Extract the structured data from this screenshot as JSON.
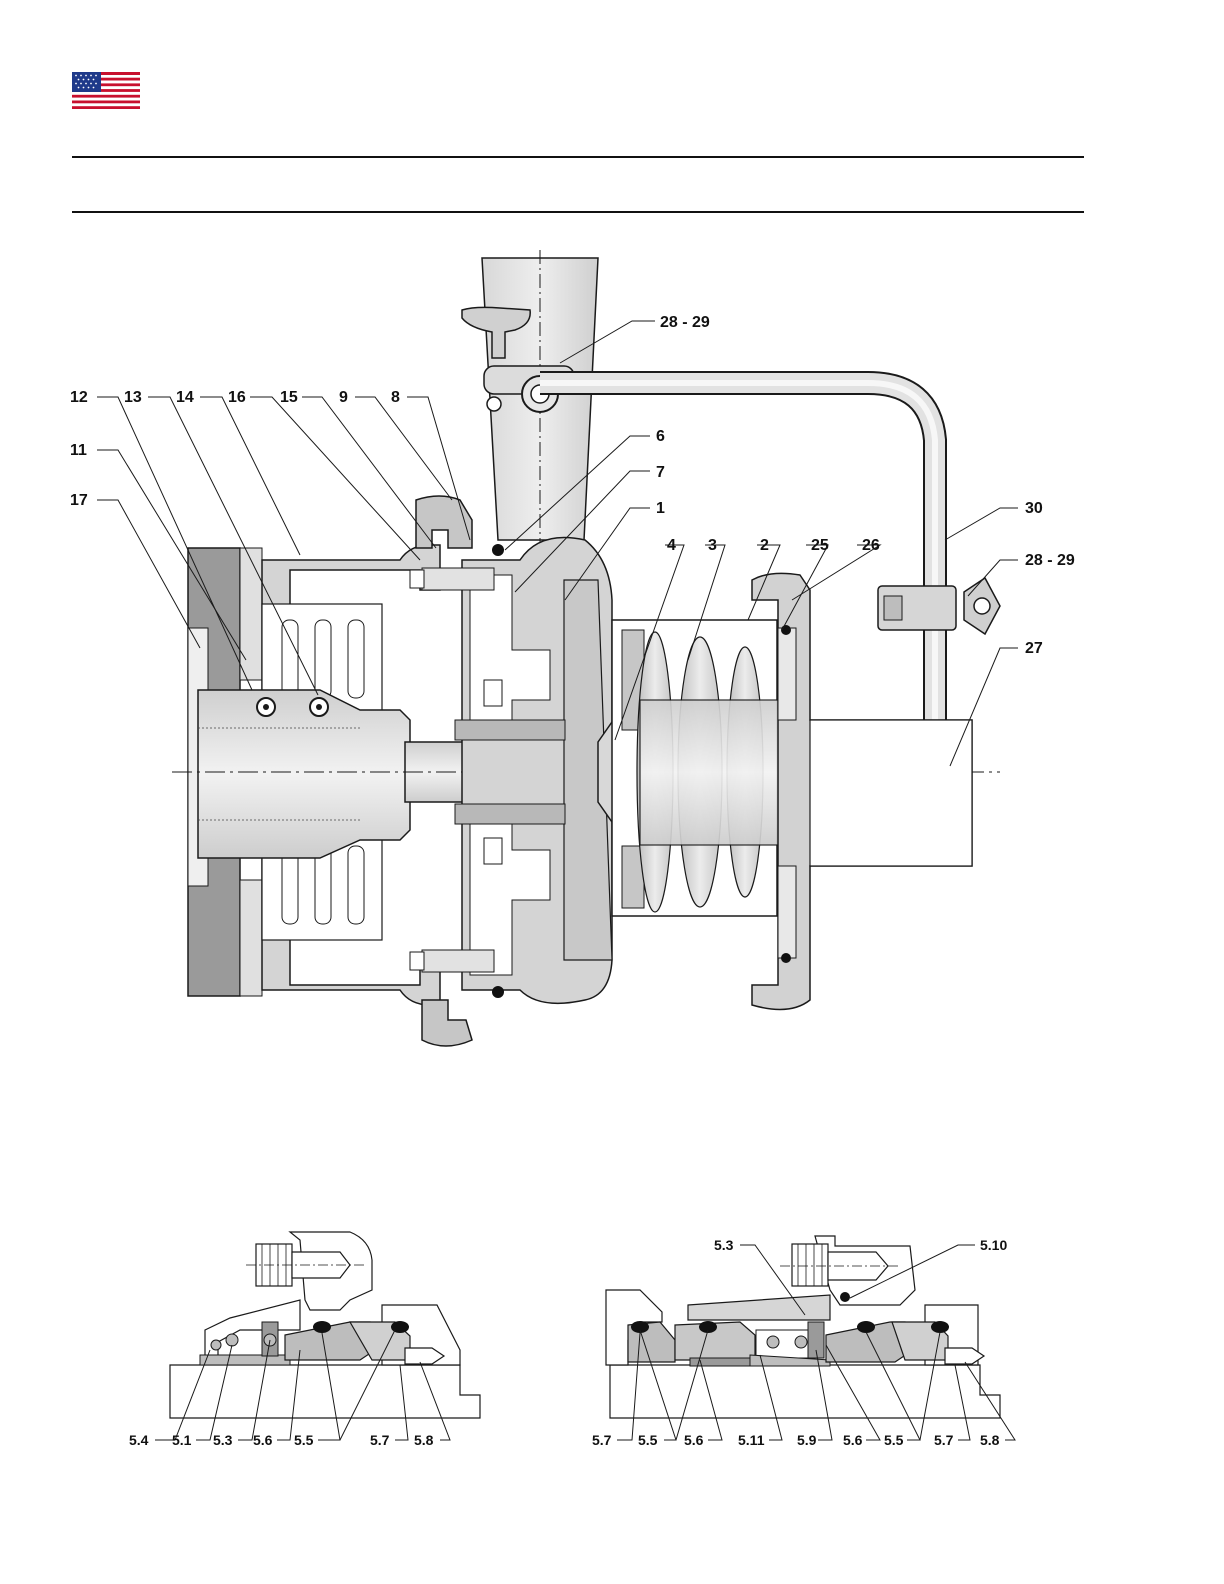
{
  "colors": {
    "metal": "#d4d4d4",
    "metal_dark": "#8f8f8f",
    "metal_light": "#e9e9e9",
    "line": "#1a1a1a",
    "flag_red": "#c8102e",
    "flag_blue": "#1f3a8a"
  },
  "icons": {
    "flag": "us-flag-icon"
  },
  "main_labels": {
    "l28_29_top": "28 - 29",
    "l12": "12",
    "l13": "13",
    "l14": "14",
    "l16": "16",
    "l15": "15",
    "l9": "9",
    "l8": "8",
    "l11": "11",
    "l17": "17",
    "l6": "6",
    "l7": "7",
    "l1": "1",
    "l4": "4",
    "l3": "3",
    "l2": "2",
    "l25": "25",
    "l26": "26",
    "l30": "30",
    "l28_29_right": "28 - 29",
    "l27": "27"
  },
  "seal_left_labels": {
    "a": "5.4",
    "b": "5.1",
    "c": "5.3",
    "d": "5.6",
    "e": "5.5",
    "f": "5.7",
    "g": "5.8"
  },
  "seal_right_labels": {
    "top_left": "5.3",
    "top_right": "5.10",
    "a": "5.7",
    "b": "5.5",
    "c": "5.6",
    "d": "5.11",
    "e": "5.9",
    "f": "5.6",
    "g": "5.5",
    "h": "5.7",
    "i": "5.8"
  }
}
